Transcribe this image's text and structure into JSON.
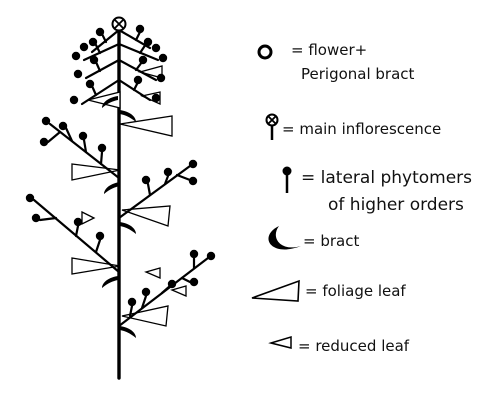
{
  "legend": {
    "flower": {
      "line1": "= flower+",
      "line2": "Perigonal bract"
    },
    "main_inflorescence": "= main inflorescence",
    "lateral": {
      "line1": "=  lateral phytomers",
      "line2": "of higher orders"
    },
    "bract": "= bract",
    "foliage_leaf": "= foliage leaf",
    "reduced_leaf": "= reduced leaf"
  }
}
